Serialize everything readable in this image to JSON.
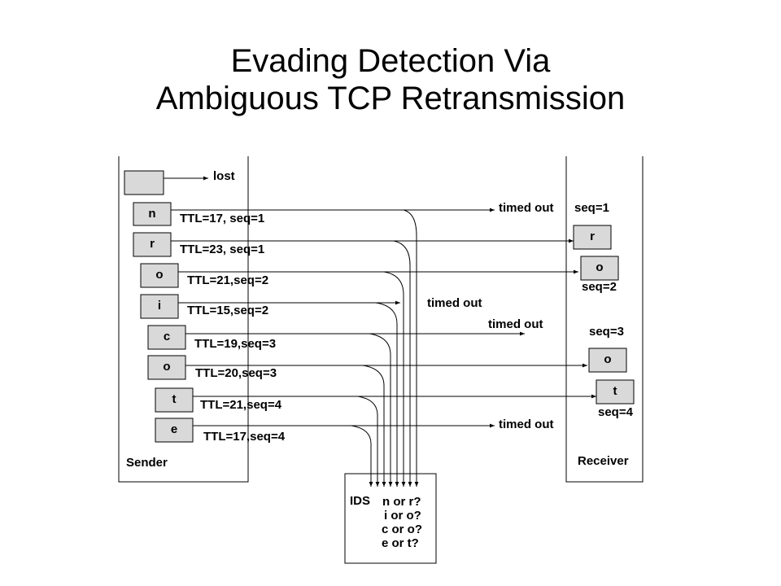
{
  "title": {
    "line1": "Evading Detection Via",
    "line2": "Ambiguous TCP Retransmission"
  },
  "sender": {
    "label": "Sender"
  },
  "receiver": {
    "label": "Receiver"
  },
  "ids": {
    "label": "IDS",
    "questions": [
      "n or r?",
      "i or o?",
      "c or o?",
      "e or t?"
    ]
  },
  "lost_label": "lost",
  "packets": [
    {
      "char": "n",
      "label": "TTL=17, seq=1",
      "outcome": "timed out"
    },
    {
      "char": "r",
      "label": "TTL=23, seq=1",
      "outcome": "received"
    },
    {
      "char": "o",
      "label": "TTL=21,seq=2",
      "outcome": "received"
    },
    {
      "char": "i",
      "label": "TTL=15,seq=2",
      "outcome": "timed out"
    },
    {
      "char": "c",
      "label": "TTL=19,seq=3",
      "outcome": "timed out"
    },
    {
      "char": "o",
      "label": "TTL=20,seq=3",
      "outcome": "received"
    },
    {
      "char": "t",
      "label": "TTL=21,seq=4",
      "outcome": "received"
    },
    {
      "char": "e",
      "label": "TTL=17,seq=4",
      "outcome": "timed out"
    }
  ],
  "timed_out_label": "timed out",
  "receiver_segments": [
    "seq=1",
    "seq=2",
    "seq=3",
    "seq=4"
  ],
  "colors": {
    "box_fill": "#d9d9d9",
    "line": "#000000",
    "background": "#ffffff"
  }
}
